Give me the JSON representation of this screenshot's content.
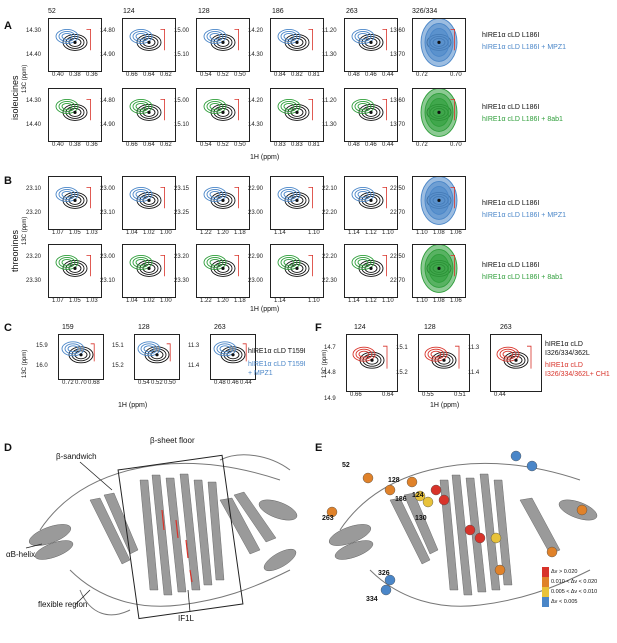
{
  "panels": {
    "A": "A",
    "B": "B",
    "C": "C",
    "D": "D",
    "E": "E",
    "F": "F"
  },
  "ylabels": {
    "isoleucines": "isoleucines",
    "threonines": "threonines"
  },
  "axes": {
    "c13": "13C (ppm)",
    "h1": "1H (ppm)"
  },
  "A": {
    "residues": [
      "52",
      "124",
      "128",
      "186",
      "263",
      "326/334"
    ],
    "row1_legend": [
      "hIRE1α cLD L186I",
      "hIRE1α cLD L186I + MPZ1"
    ],
    "row2_legend": [
      "hIRE1α cLD L186I",
      "hIRE1α cLD L186I + 8ab1"
    ],
    "row1_yticks": [
      [
        "14.30",
        "14.40"
      ],
      [
        "14.80",
        "14.90"
      ],
      [
        "15.00",
        "15.10"
      ],
      [
        "14.20",
        "14.30"
      ],
      [
        "11.20",
        "11.30"
      ],
      [
        "13.60",
        "13.70"
      ]
    ],
    "row2_yticks": [
      [
        "14.30",
        "14.40"
      ],
      [
        "14.80",
        "14.90"
      ],
      [
        "15.00",
        "15.10"
      ],
      [
        "14.20",
        "14.30"
      ],
      [
        "11.20",
        "11.30"
      ],
      [
        "13.60",
        "13.70"
      ]
    ],
    "xticks": [
      [
        "0.40",
        "0.38",
        "0.36"
      ],
      [
        "0.66",
        "0.64",
        "0.62"
      ],
      [
        "0.54",
        "0.52",
        "0.50"
      ],
      [
        "0.84",
        "0.82",
        "0.81"
      ],
      [
        "0.48",
        "0.46",
        "0.44"
      ],
      [
        "0.72",
        "0.70"
      ]
    ],
    "xticks2": [
      [
        "0.40",
        "0.38",
        "0.36"
      ],
      [
        "0.66",
        "0.64",
        "0.62"
      ],
      [
        "0.54",
        "0.52",
        "0.50"
      ],
      [
        "0.83",
        "0.83",
        "0.81"
      ],
      [
        "0.48",
        "0.46",
        "0.44"
      ],
      [
        "0.72",
        "0.70"
      ]
    ]
  },
  "B": {
    "row1_legend": [
      "hIRE1α cLD L186I",
      "hIRE1α cLD L186I + MPZ1"
    ],
    "row2_legend": [
      "hIRE1α cLD L186I",
      "hIRE1α cLD L186I + 8ab1"
    ],
    "row1_yticks": [
      [
        "23.10",
        "23.20"
      ],
      [
        "23.00",
        "23.10"
      ],
      [
        "23.15",
        "23.25"
      ],
      [
        "22.90",
        "23.00"
      ],
      [
        "22.10",
        "22.20"
      ],
      [
        "22.50",
        "22.70"
      ]
    ],
    "row2_yticks": [
      [
        "23.20",
        "23.30"
      ],
      [
        "23.00",
        "23.10"
      ],
      [
        "23.20",
        "23.30"
      ],
      [
        "22.90",
        "23.00"
      ],
      [
        "22.20",
        "22.30"
      ],
      [
        "22.50",
        "22.70"
      ]
    ],
    "xticks": [
      [
        "1.07",
        "1.05",
        "1.03"
      ],
      [
        "1.04",
        "1.02",
        "1.00"
      ],
      [
        "1.22",
        "1.20",
        "1.18"
      ],
      [
        "1.14",
        "1.10"
      ],
      [
        "1.14",
        "1.12",
        "1.10"
      ],
      [
        "1.10",
        "1.08",
        "1.06"
      ]
    ]
  },
  "C": {
    "residues": [
      "159",
      "128",
      "263"
    ],
    "legend": [
      "hIRE1α cLD T159I",
      "hIRE1α cLD T159I",
      "+ MPZ1"
    ],
    "yticks": [
      [
        "15.9",
        "16.0"
      ],
      [
        "15.1",
        "15.2"
      ],
      [
        "11.3",
        "11.4"
      ]
    ],
    "xticks": [
      [
        "0.72",
        "0.70",
        "0.68"
      ],
      [
        "0.54",
        "0.52",
        "0.50"
      ],
      [
        "0.48",
        "0.46",
        "0.44"
      ]
    ]
  },
  "F": {
    "residues": [
      "124",
      "128",
      "263"
    ],
    "legend": [
      "hIRE1α cLD",
      "I326/334/362L",
      "hIRE1α cLD",
      "I326/334/362L+ CH1"
    ],
    "yticks": [
      [
        "14.7",
        "14.8",
        "14.9"
      ],
      [
        "15.1",
        "15.2"
      ],
      [
        "11.3",
        "11.4"
      ]
    ],
    "xticks": [
      [
        "0.66",
        "0.64"
      ],
      [
        "0.55",
        "0.51"
      ],
      [
        "0.44"
      ]
    ]
  },
  "D": {
    "labels": {
      "sandwich": "β-sandwich",
      "floor": "β-sheet floor",
      "helix": "αB-helix",
      "flexible": "flexible region",
      "if1": "IF1L"
    }
  },
  "E": {
    "residue_labels": [
      "52",
      "128",
      "186",
      "124",
      "130",
      "263",
      "326",
      "334"
    ],
    "colorbar": [
      "Δν > 0.020",
      "0.010 < Δν < 0.020",
      "0.005 < Δν < 0.010",
      "Δν < 0.005"
    ]
  },
  "colors": {
    "black": "#111111",
    "blue": "#4a86c8",
    "green": "#2e9e3a",
    "red": "#d8332a",
    "orange": "#e0822a",
    "yellow": "#e8c23a",
    "grey": "#8a8a8a"
  }
}
